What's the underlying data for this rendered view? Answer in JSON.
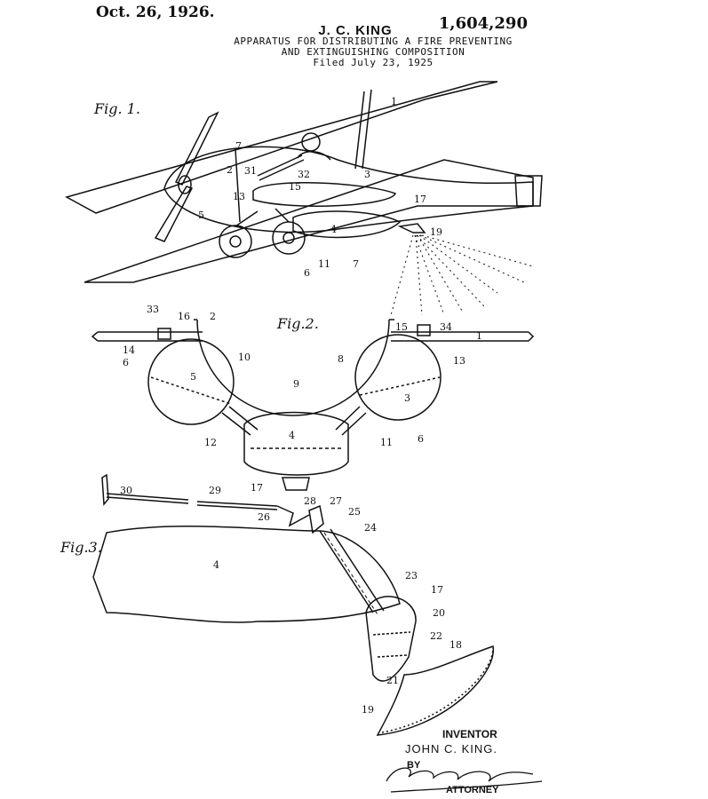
{
  "header": {
    "date": "Oct. 26, 1926.",
    "patent_number": "1,604,290",
    "inventor_short": "J. C. KING",
    "title_line1": "APPARATUS FOR DISTRIBUTING A FIRE PREVENTING",
    "title_line2": "AND EXTINGUISHING COMPOSITION",
    "filed": "Filed July 23, 1925"
  },
  "figures": {
    "fig1_label": "Fig. 1.",
    "fig2_label": "Fig.2.",
    "fig3_label": "Fig.3."
  },
  "reference_numerals": {
    "fig1": [
      "1",
      "7",
      "2",
      "31",
      "32",
      "3",
      "13",
      "15",
      "17",
      "5",
      "19",
      "4",
      "6",
      "11",
      "7"
    ],
    "fig2": [
      "33",
      "16",
      "2",
      "15",
      "34",
      "1",
      "14",
      "6",
      "10",
      "8",
      "13",
      "5",
      "9",
      "3",
      "4",
      "12",
      "11",
      "6",
      "17"
    ],
    "fig3": [
      "30",
      "29",
      "28",
      "27",
      "25",
      "26",
      "24",
      "4",
      "23",
      "17",
      "20",
      "22",
      "18",
      "21",
      "19"
    ]
  },
  "footer": {
    "inventor_label": "INVENTOR",
    "inventor_name": "JOHN C. KING.",
    "by": "BY",
    "attorney": "ATTORNEY"
  }
}
